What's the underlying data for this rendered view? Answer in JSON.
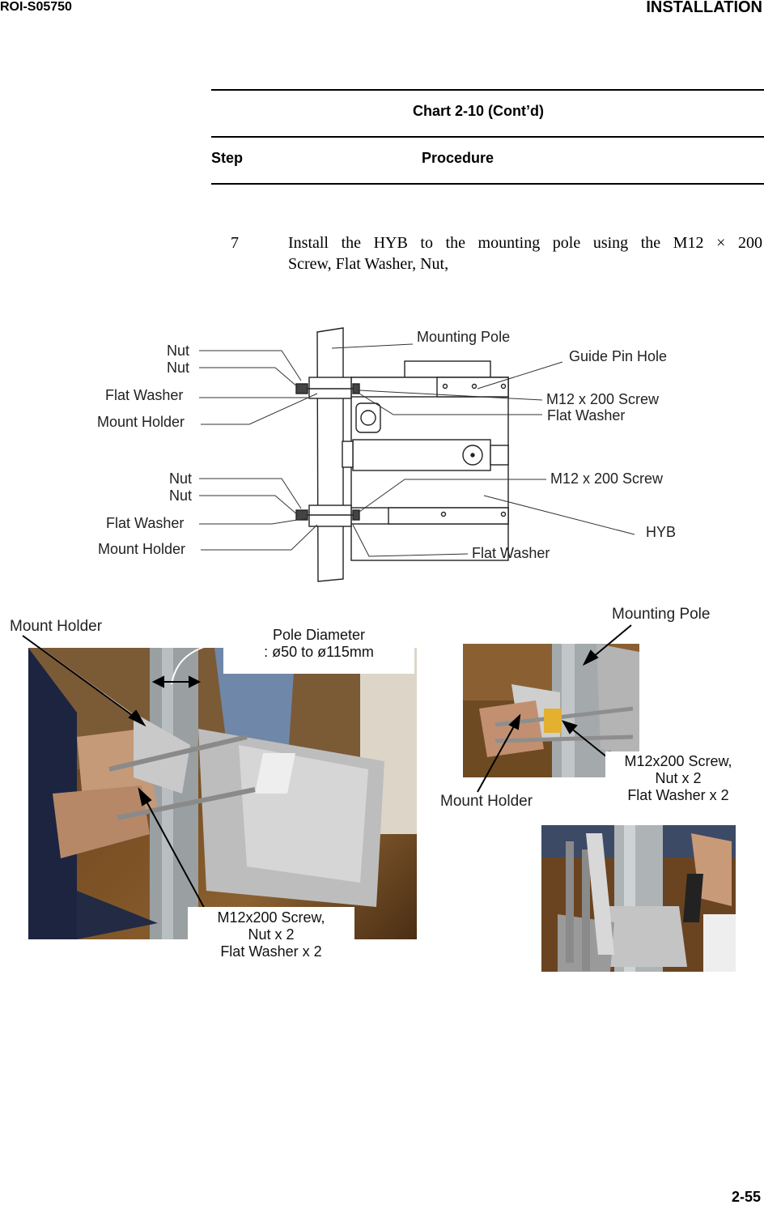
{
  "header": {
    "doc_id": "ROI-S05750",
    "section": "INSTALLATION"
  },
  "chart": {
    "title": "Chart 2-10 (Cont’d)",
    "col_step": "Step",
    "col_procedure": "Procedure"
  },
  "step": {
    "number": "7",
    "text_line1": "Install the HYB to the mounting pole using the M12 × 200",
    "text_line2": "Screw, Flat Washer, Nut,"
  },
  "diagram": {
    "nut1": "Nut",
    "nut2": "Nut",
    "flat_washer_l1": "Flat Washer",
    "mount_holder_l1": "Mount Holder",
    "nut3": "Nut",
    "nut4": "Nut",
    "flat_washer_l2": "Flat Washer",
    "mount_holder_l2": "Mount Holder",
    "mounting_pole": "Mounting Pole",
    "guide_pin_hole": "Guide Pin Hole",
    "screw_r1": "M12 x 200 Screw",
    "flat_washer_r1": "Flat Washer",
    "screw_r2": "M12 x 200 Screw",
    "hyb": "HYB",
    "flat_washer_bottom": "Flat Washer"
  },
  "photo_left": {
    "mount_holder": "Mount Holder",
    "pole_diameter_line1": "Pole Diameter",
    "pole_diameter_line2": ":  ø50 to  ø115mm",
    "screw_line1": "M12x200 Screw,",
    "screw_line2": "Nut x 2",
    "screw_line3": "Flat Washer x 2"
  },
  "photo_right": {
    "mounting_pole": "Mounting Pole",
    "mount_holder": "Mount Holder",
    "screw_line1": "M12x200 Screw,",
    "screw_line2": "Nut x 2",
    "screw_line3": "Flat Washer x 2"
  },
  "footer": {
    "page_number": "2-55"
  }
}
